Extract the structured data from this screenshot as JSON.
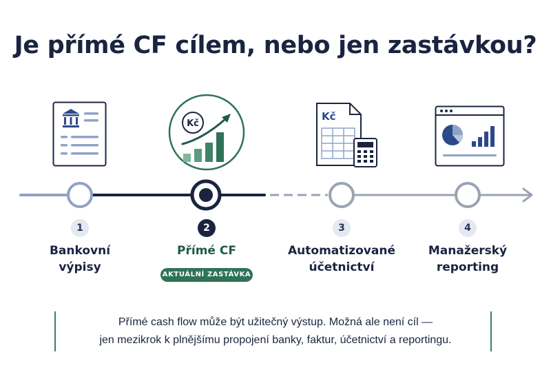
{
  "title": "Je přímé CF cílem, nebo jen zastávkou?",
  "steps": [
    {
      "number": "1",
      "label": "Bankovní\nvýpisy",
      "icon": "bank-statement-icon"
    },
    {
      "number": "2",
      "label": "Přímé CF",
      "icon": "cash-flow-growth-icon",
      "icon_text": "Kč",
      "badge": "AKTUÁLNÍ ZASTÁVKA"
    },
    {
      "number": "3",
      "label": "Automatizované\núčetnictví",
      "icon": "spreadsheet-calculator-icon",
      "icon_text": "Kč"
    },
    {
      "number": "4",
      "label": "Manažerský\nreporting",
      "icon": "dashboard-chart-icon"
    }
  ],
  "note": "Přímé cash flow může být užitečný výstup. Možná ale není cíl —\njen mezikrok k plnějšímu propojení banky, faktur, účetnictví a reportingu.",
  "colors": {
    "navy": "#1a2440",
    "green": "#2f7258",
    "light_blue": "#8fa3c8",
    "grey": "#9aa3b2"
  }
}
